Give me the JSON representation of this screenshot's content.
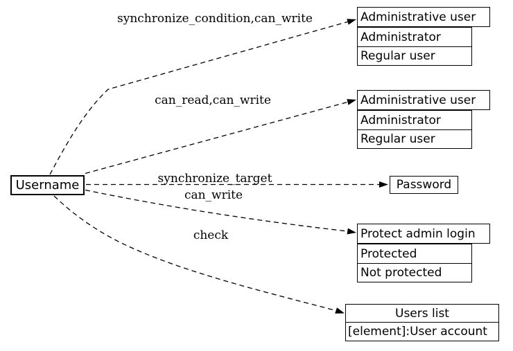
{
  "diagram": {
    "source": {
      "label": "Username"
    },
    "edge_labels": {
      "e1": "synchronize_condition,can_write",
      "e2": "can_read,can_write",
      "e3": "synchronize_target",
      "e4": "can_write",
      "e5": "check"
    },
    "nodes": {
      "combo1": {
        "value": "Administrative user",
        "options": [
          "Administrator",
          "Regular user"
        ]
      },
      "combo2": {
        "value": "Administrative user",
        "options": [
          "Administrator",
          "Regular user"
        ]
      },
      "password": {
        "label": "Password"
      },
      "combo3": {
        "value": "Protect admin login",
        "options": [
          "Protected",
          "Not protected"
        ]
      },
      "users_list": {
        "title": "Users list",
        "element": "[element]:User account"
      }
    },
    "colors": {
      "line": "#000000",
      "background": "#ffffff"
    }
  }
}
